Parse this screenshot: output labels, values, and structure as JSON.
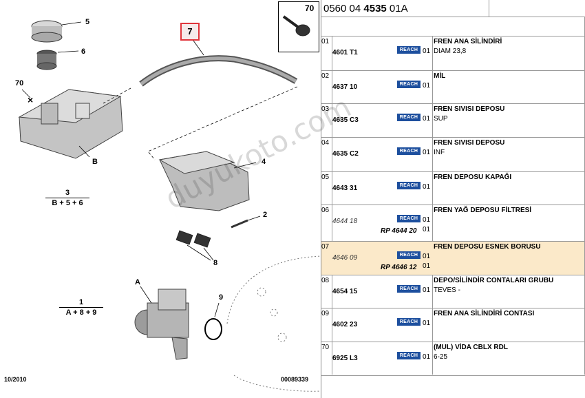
{
  "header": {
    "ref_box_number": "70",
    "part_prefix": "0560 04 ",
    "part_bold": "4535",
    "part_suffix": " 01A"
  },
  "diagram": {
    "callouts": [
      "5",
      "6",
      "70",
      "7",
      "4",
      "2",
      "8",
      "A",
      "9",
      "B"
    ],
    "formula_3": {
      "top": "3",
      "bottom": "B + 5 + 6"
    },
    "formula_1": {
      "top": "1",
      "bottom": "A + 8 + 9"
    },
    "footer_date": "10/2010",
    "footer_code": "00089339",
    "watermark": "duyukoto.com"
  },
  "rows": [
    {
      "code": "01",
      "ref": "4601 T1",
      "reach": "REACH",
      "qty": "01",
      "desc": "FREN ANA SİLİNDİRİ",
      "desc2": "DIAM 23,8",
      "italic": false
    },
    {
      "code": "02",
      "ref": "4637 10",
      "reach": "REACH",
      "qty": "01",
      "desc": "MİL",
      "desc2": "",
      "italic": false
    },
    {
      "code": "03",
      "ref": "4635 C3",
      "reach": "REACH",
      "qty": "01",
      "desc": "FREN SIVISI DEPOSU",
      "desc2": "SUP",
      "italic": false
    },
    {
      "code": "04",
      "ref": "4635 C2",
      "reach": "REACH",
      "qty": "01",
      "desc": "FREN SIVISI DEPOSU",
      "desc2": "INF",
      "italic": false
    },
    {
      "code": "05",
      "ref": "4643 31",
      "reach": "REACH",
      "qty": "01",
      "desc": "FREN DEPOSU KAPAĞI",
      "desc2": "",
      "italic": false
    },
    {
      "code": "06",
      "ref": "4644 18",
      "reach": "REACH",
      "qty": "01",
      "desc": "FREN YAĞ DEPOSU FİLTRESİ",
      "desc2": "",
      "italic": true,
      "rp": "RP 4644 20",
      "rp_qty": "01"
    },
    {
      "code": "07",
      "ref": "4646 09",
      "reach": "REACH",
      "qty": "01",
      "desc": "FREN DEPOSU ESNEK BORUSU",
      "desc2": "",
      "italic": true,
      "rp": "RP 4646 12",
      "rp_qty": "01"
    },
    {
      "code": "08",
      "ref": "4654 15",
      "reach": "REACH",
      "qty": "01",
      "desc": "DEPO/SİLİNDİR CONTALARI GRUBU",
      "desc2": "TEVES -",
      "italic": false
    },
    {
      "code": "09",
      "ref": "4602 23",
      "reach": "REACH",
      "qty": "01",
      "desc": "FREN ANA SİLİNDİRİ CONTASI",
      "desc2": "",
      "italic": false
    },
    {
      "code": "70",
      "ref": "6925 L3",
      "reach": "REACH",
      "qty": "01",
      "desc": "(MUL) VİDA CBLX RDL",
      "desc2": "6-25",
      "italic": false
    }
  ]
}
